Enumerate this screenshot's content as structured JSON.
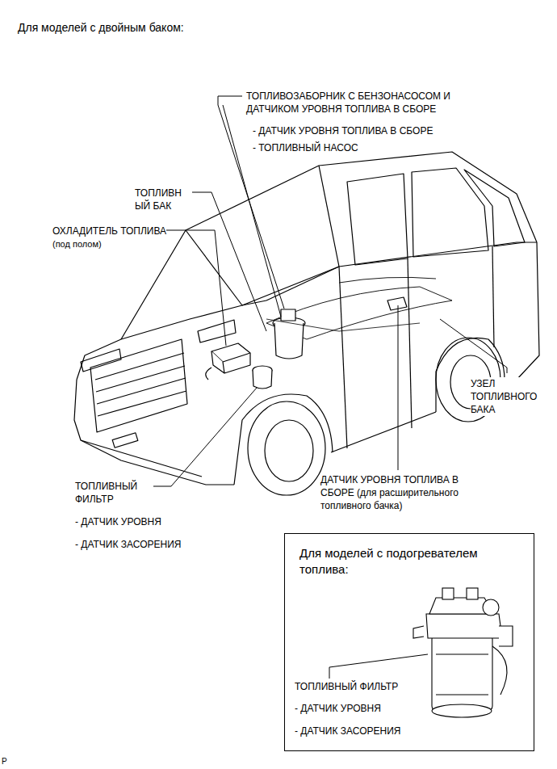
{
  "diagram": {
    "title": "Для моделей с двойным баком:",
    "nodes": [
      {
        "text": [
          "Для моделей с подогревателем топлива:",
          "ТОПЛИВНЫЙ ФИЛЬТР",
          "- ДАТЧИК УРОВНЯ",
          "- ДАТЧИК ЗАСОРЕНИЯ"
        ]
      }
    ],
    "labels": [
      "ТОПЛИВОЗАБОРНИК С БЕНЗОНАСОСОМ И ДАТЧИКОМ УРОВНЯ ТОПЛИВА В СБОРЕ",
      "- ДАТЧИК УРОВНЯ ТОПЛИВА В СБОРЕ",
      "- ТОПЛИВНЫЙ НАСОС",
      "ТОПЛИВН ЫЙ БАК",
      "ОХЛАДИТЕЛЬ ТОПЛИВА",
      "(под полом)",
      "УЗЕЛ ТОПЛИВНОГО БАКА",
      "ДАТЧИК УРОВНЯ ТОПЛИВА В СБОРЕ (для расширительного топливного бачка)",
      "ТОПЛИВНЫЙ ФИЛЬТР",
      "- ДАТЧИК УРОВНЯ",
      "- ДАТЧИК ЗАСОРЕНИЯ",
      "P"
    ]
  }
}
